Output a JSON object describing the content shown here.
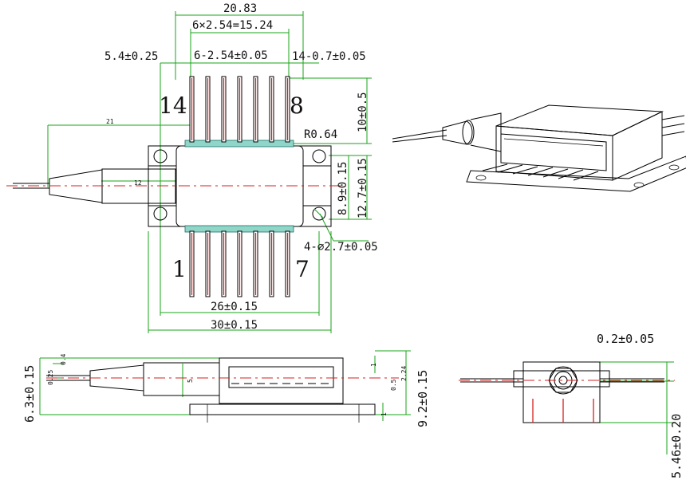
{
  "top_view": {
    "dim_overall_width": "20.83",
    "dim_pin_span": "6×2.54=15.24",
    "dim_pin_pitch": "6-2.54±0.05",
    "dim_edge_offset": "5.4±0.25",
    "dim_pin_width": "14-0.7±0.05",
    "dim_pin_length": "10±0.5",
    "dim_fiber_length": "21",
    "dim_nose_length": "12",
    "dim_corner_radius": "R0.64",
    "dim_hole_spacing": "8.9±0.15",
    "dim_flange_height": "12.7±0.15",
    "dim_hole_dia": "4-⌀2.7±0.05",
    "dim_hole_pitch": "26±0.15",
    "dim_flange_width": "30±0.15",
    "pin_label_14": "14",
    "pin_label_8": "8",
    "pin_label_1": "1",
    "pin_label_7": "7"
  },
  "side_view": {
    "dim_total_height": "6.3±0.15",
    "dim_small_a": "0.4",
    "dim_small_b": "0.25",
    "dim_fiber_offset": "5",
    "dim_base_a": "1",
    "dim_base_b": "1",
    "dim_body_height": "9.2±0.15",
    "dim_lens_a": "0.5",
    "dim_lens_b": "2.24"
  },
  "end_view": {
    "dim_pin_thickness": "0.2±0.05",
    "dim_pin_height": "5.46±0.20"
  }
}
